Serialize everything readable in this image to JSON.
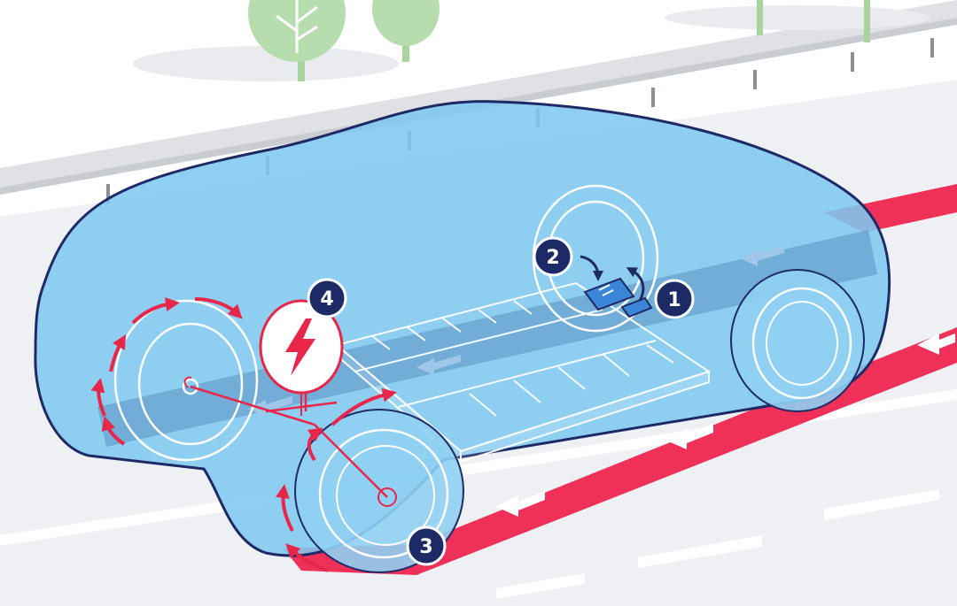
{
  "diagram": {
    "colors": {
      "background": "#ffffff",
      "road": "#eeeff2",
      "road_marking": "#ffffff",
      "guardrail": "#d9dbdf",
      "tree": "#a9d4a0",
      "car_body": "#7fc8f0",
      "car_outline": "#1d2a66",
      "car_outline_inner": "#ffffff",
      "battery_lines": "#ffffff",
      "motion_red": "#e8264a",
      "regen_lane": "#ef3058",
      "pedal": "#3b86d8",
      "callout_fill": "#1d2a66",
      "callout_text": "#ffffff"
    },
    "icons": {
      "energy": "lightning-bolt-icon",
      "lane_direction": "arrow-left-icon",
      "pedal_press": "curved-arrow-icon"
    },
    "callouts": [
      {
        "id": "brake-pedal",
        "label": "1"
      },
      {
        "id": "accelerator-pedal",
        "label": "2"
      },
      {
        "id": "front-wheel",
        "label": "3"
      },
      {
        "id": "energy-recovery",
        "label": "4"
      }
    ]
  }
}
